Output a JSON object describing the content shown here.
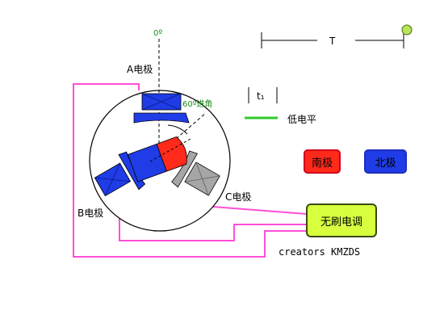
{
  "labels": {
    "zero_deg": "0º",
    "period_T": "T",
    "electrode_a": "A电极",
    "lead_angle": "60º进角",
    "t1": "t₁",
    "low_level": "低电平",
    "electrode_b": "B电极",
    "electrode_c": "C电极",
    "credit": "creators KMZDS"
  },
  "legend": {
    "south": "南极",
    "north": "北极"
  },
  "esc": {
    "label": "无刷电调"
  },
  "colors": {
    "south_fill": "#ff2a1a",
    "north_fill": "#1f3ce6",
    "inactive_fill": "#a6a6a6",
    "wire": "#ff4fd8",
    "esc_fill": "#d7ff3d",
    "low_level_line": "#2ecb2e",
    "indicator_dot": "#b8e35a"
  }
}
